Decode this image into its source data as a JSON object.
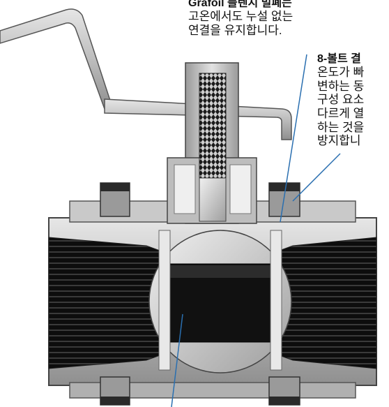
{
  "callouts": {
    "grafoil": {
      "heading": "Grafoil 플렌지 밀폐는",
      "lines": [
        "고온에서도 누설 없는",
        "연결을 유지합니다."
      ]
    },
    "bolt": {
      "heading": "8-볼트 결",
      "lines": [
        "온도가 빠",
        "변하는 동",
        "구성 요소",
        "다르게 열",
        "하는 것을",
        "방지합니"
      ]
    }
  },
  "colors": {
    "steel_light": "#d2d2d2",
    "steel_mid": "#a8a8a8",
    "steel_dark": "#6e6e6e",
    "bore_black": "#111111",
    "leader_blue": "#2a6fb0"
  }
}
